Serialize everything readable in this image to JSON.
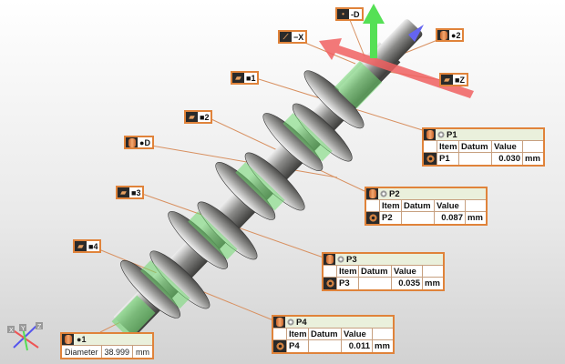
{
  "labels": {
    "minus_d": "D",
    "minus_x": "−X",
    "circle_2": "2",
    "square_z": "Z",
    "square_1": "1",
    "square_2": "2",
    "circle_d": "D",
    "square_3": "3",
    "square_4": "4",
    "circle_1": "1"
  },
  "tables": [
    {
      "title": "P1",
      "headers": [
        "Item",
        "Datum",
        "Value"
      ],
      "item": "P1",
      "datum": "",
      "value": "0.030",
      "unit": "mm"
    },
    {
      "title": "P2",
      "headers": [
        "Item",
        "Datum",
        "Value"
      ],
      "item": "P2",
      "datum": "",
      "value": "0.087",
      "unit": "mm"
    },
    {
      "title": "P3",
      "headers": [
        "Item",
        "Datum",
        "Value"
      ],
      "item": "P3",
      "datum": "",
      "value": "0.035",
      "unit": "mm"
    },
    {
      "title": "P4",
      "headers": [
        "Item",
        "Datum",
        "Value"
      ],
      "item": "P4",
      "datum": "",
      "value": "0.011",
      "unit": "mm"
    }
  ],
  "diameter": {
    "label": "Diameter",
    "value": "38.999",
    "unit": "mm"
  },
  "triad": {
    "x": "X",
    "y": "Y",
    "z": "Z"
  },
  "colors": {
    "accent": "#e0833a",
    "x_axis": "#f06060",
    "y_axis": "#50e050",
    "z_axis": "#6060f0",
    "tolerance": "#60e060"
  }
}
